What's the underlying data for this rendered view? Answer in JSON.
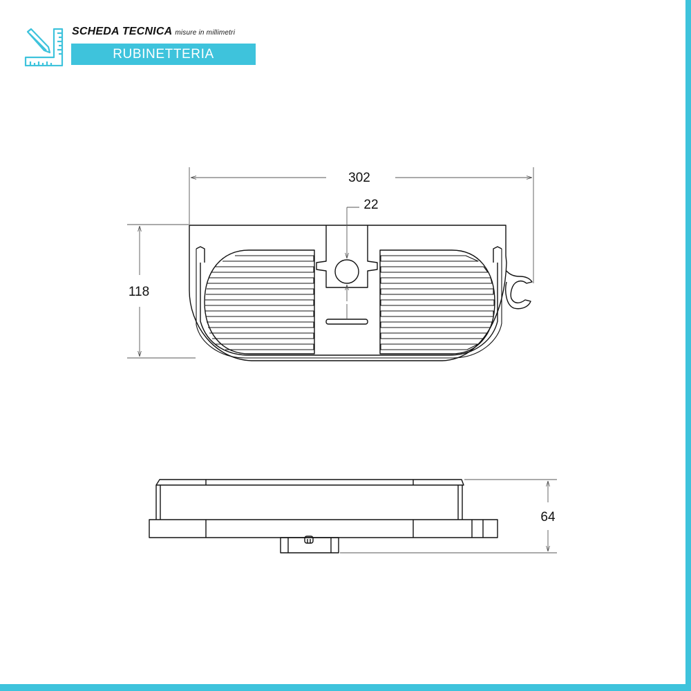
{
  "header": {
    "title": "SCHEDA TECNICA",
    "subtitle": "misure in millimetri",
    "category": "RUBINETTERIA"
  },
  "icon": "ruler-pencil-icon",
  "dimensions": {
    "width": "302",
    "hole": "22",
    "height": "118",
    "depth": "64"
  },
  "colors": {
    "accent": "#3ec3dc",
    "line": "#111111",
    "dim_line": "#555555"
  }
}
